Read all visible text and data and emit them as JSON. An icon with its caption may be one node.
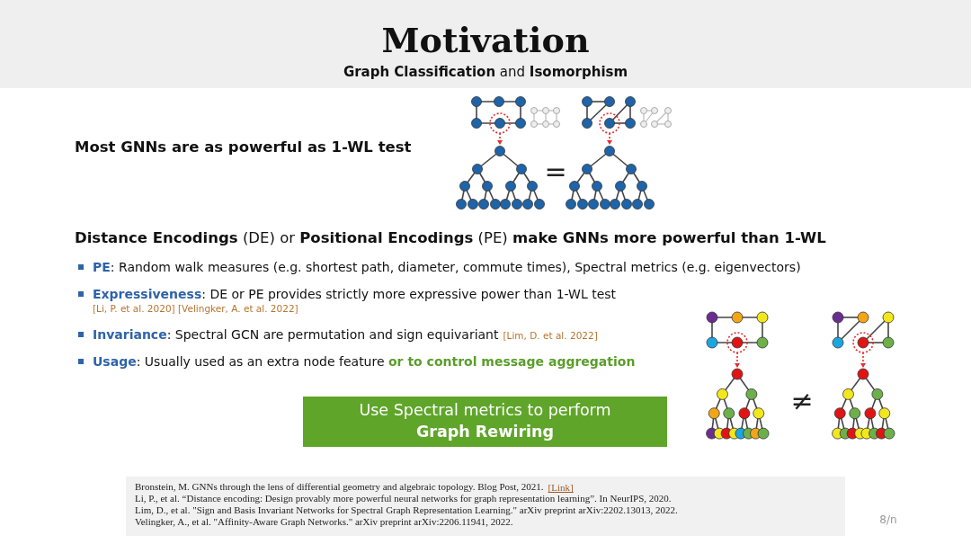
{
  "diagram": {
    "title": "Motivation",
    "nodes": [
      {
        "text": [
          "Use Spectral metrics to perform **Graph Rewiring**"
        ]
      }
    ],
    "labels": [
      "**Graph Classification** and **Isomorphism**",
      "Most GNNs are as powerful as 1-WL test",
      "=",
      "**Distance Encodings** (DE) or **Positional Encodings** (PE) **make GNNs more powerful than 1-WL**",
      "**PE**: Random walk measures (e.g. shortest path, diameter, commute times), Spectral metrics (e.g. eigenvectors)",
      "**Expressiveness**: DE or PE provides strictly more expressive power than 1-WL test",
      "[Li, P. et al. 2020] [Velingker, A. et al. 2022]",
      "**Invariance**: Spectral GCN are permutation and sign equivariant",
      "[Lim, D. et al. 2022]",
      "**Usage**: Usually used as an extra node feature **or to control message aggregation**",
      "≠",
      "Bronstein, M. GNNs through the lens of differential geometry and algebraic topology. Blog Post, 2021.",
      "[Link]",
      "Li, P., et al. “Distance encoding: Design provably more powerful neural networks for graph representation learning”. In NeurIPS, 2020.",
      "Lim, D., et al. \"Sign and Basis Invariant Networks for Spectral Graph Representation Learning.\" arXiv preprint arXiv:2202.13013, 2022.",
      "Velingker, A., et al. \"Affinity-Aware Graph Networks.\" arXiv preprint arXiv:2206.11941, 2022.",
      "8/n"
    ]
  }
}
